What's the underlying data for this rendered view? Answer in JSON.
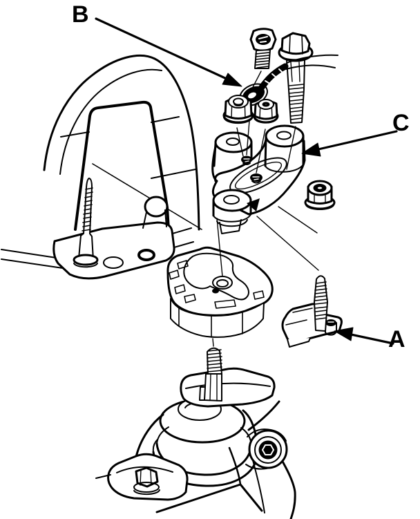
{
  "figure": {
    "type": "exploded-parts-diagram",
    "background_color": "#ffffff",
    "line_color": "#000000",
    "callouts": {
      "b": "B",
      "c": "C",
      "a": "A"
    }
  }
}
